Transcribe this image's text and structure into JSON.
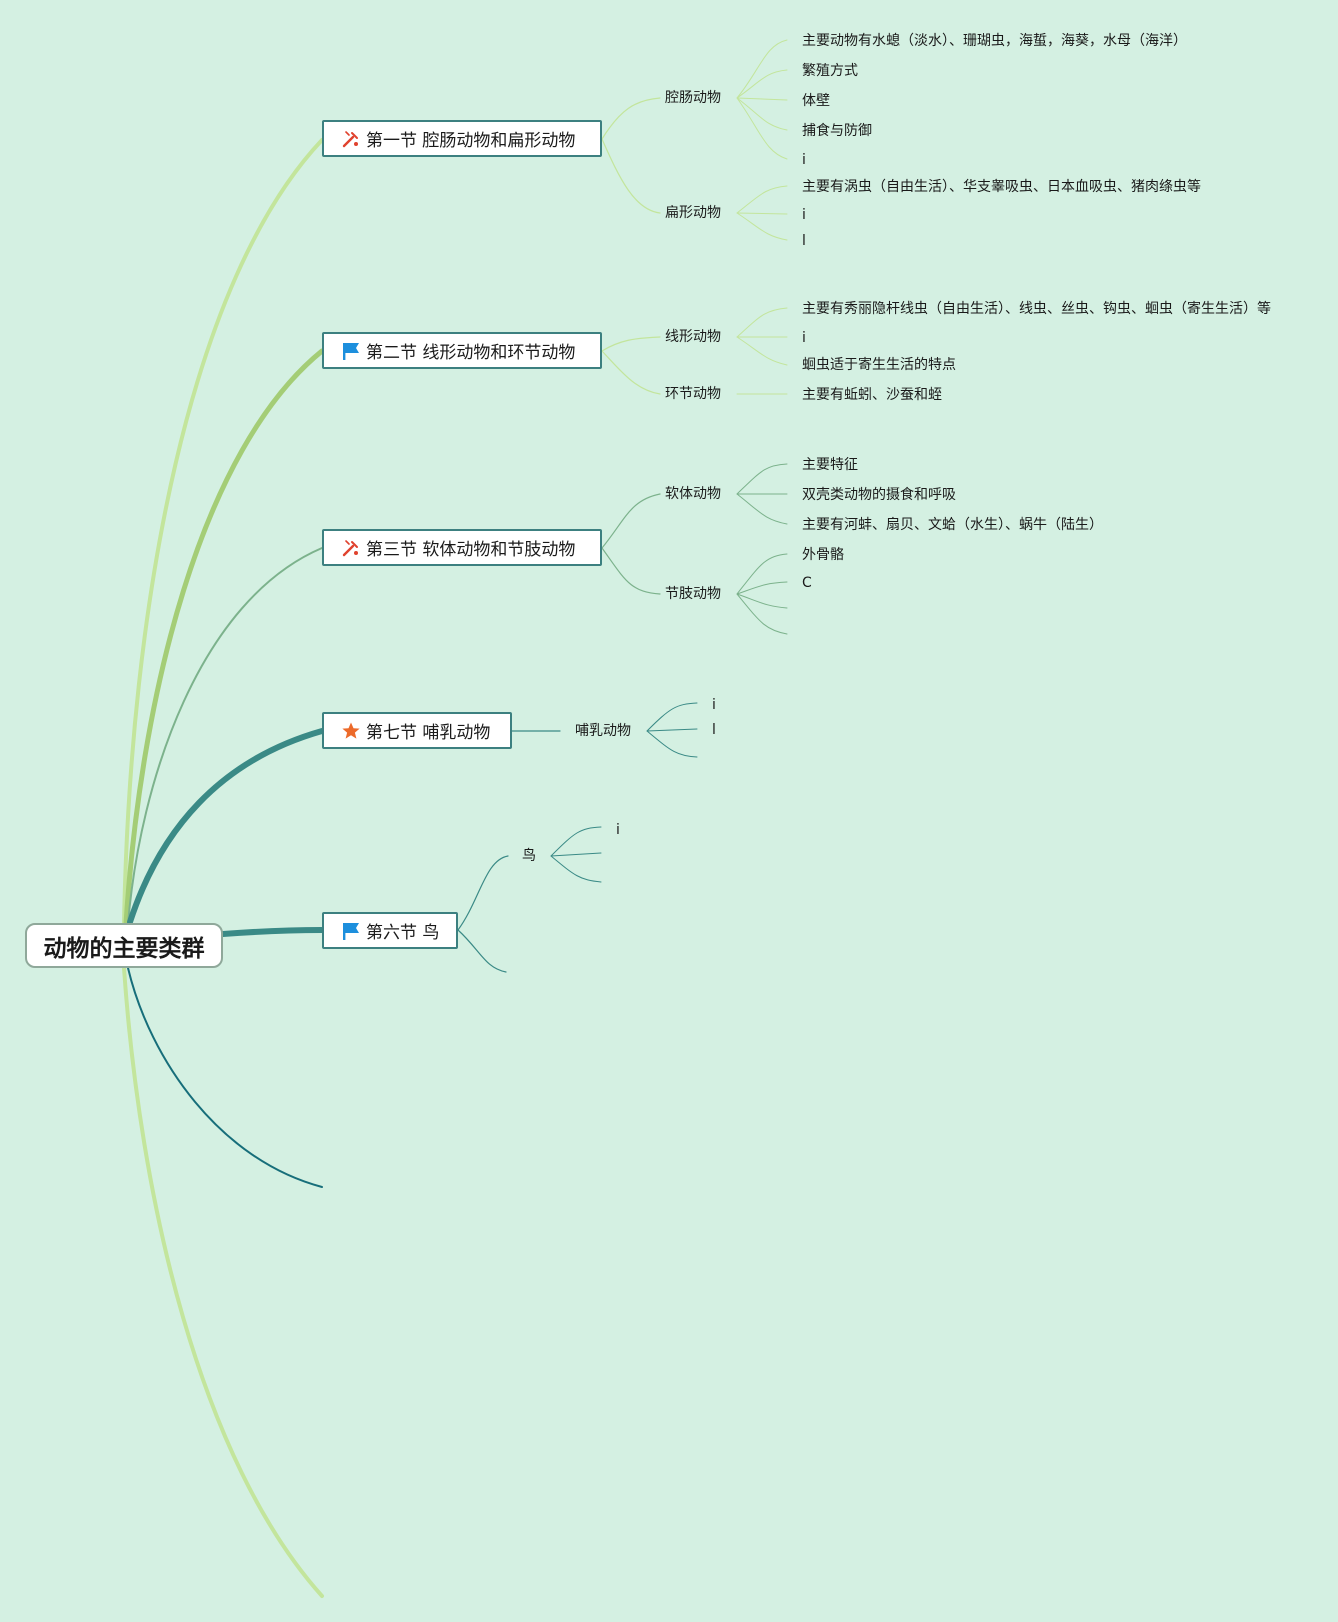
{
  "root": {
    "label": "动物的主要类群"
  },
  "sections": [
    {
      "label": "第一节 腔肠动物和扁形动物",
      "icon": "tools-icon",
      "children": [
        {
          "label": "腔肠动物",
          "items": [
            "主要动物有水螅（淡水）、珊瑚虫，海蜇，海葵，水母（海洋）",
            "繁殖方式",
            "体壁",
            "捕食与防御",
            "i"
          ]
        },
        {
          "label": "扁形动物",
          "items": [
            "主要有涡虫（自由生活）、华支睾吸虫、日本血吸虫、猪肉绦虫等",
            "i",
            "l"
          ]
        }
      ]
    },
    {
      "label": "第二节 线形动物和环节动物",
      "icon": "flag-icon",
      "children": [
        {
          "label": "线形动物",
          "items": [
            "主要有秀丽隐杆线虫（自由生活）、线虫、丝虫、钩虫、蛔虫（寄生生活）等",
            "i",
            "蛔虫适于寄生生活的特点"
          ]
        },
        {
          "label": "环节动物",
          "items": [
            "主要有蚯蚓、沙蚕和蛭"
          ]
        }
      ]
    },
    {
      "label": "第三节 软体动物和节肢动物",
      "icon": "tools-icon",
      "children": [
        {
          "label": "软体动物",
          "items": [
            "主要特征",
            "双壳类动物的摄食和呼吸",
            "主要有河蚌、扇贝、文蛤（水生）、蜗牛（陆生）"
          ]
        },
        {
          "label": "节肢动物",
          "items": [
            "外骨骼",
            "C",
            "",
            ""
          ]
        }
      ]
    },
    {
      "label": "第七节 哺乳动物",
      "icon": "star-icon",
      "children": [
        {
          "label": "哺乳动物",
          "items": [
            "i",
            "l",
            ""
          ]
        }
      ]
    },
    {
      "label": "第六节 鸟",
      "icon": "flag-icon",
      "children": [
        {
          "label": "鸟",
          "items": [
            "i",
            "",
            ""
          ]
        }
      ]
    }
  ],
  "colors": {
    "background": "#d4f0e2",
    "branch_light": "#bfe39a",
    "branch_mid": "#a0cc74",
    "branch_teal": "#3a8a86",
    "branch_dark": "#176e7a",
    "icon_red": "#e0422e",
    "icon_blue": "#1d8fdd",
    "icon_orange": "#ec6a2a"
  }
}
